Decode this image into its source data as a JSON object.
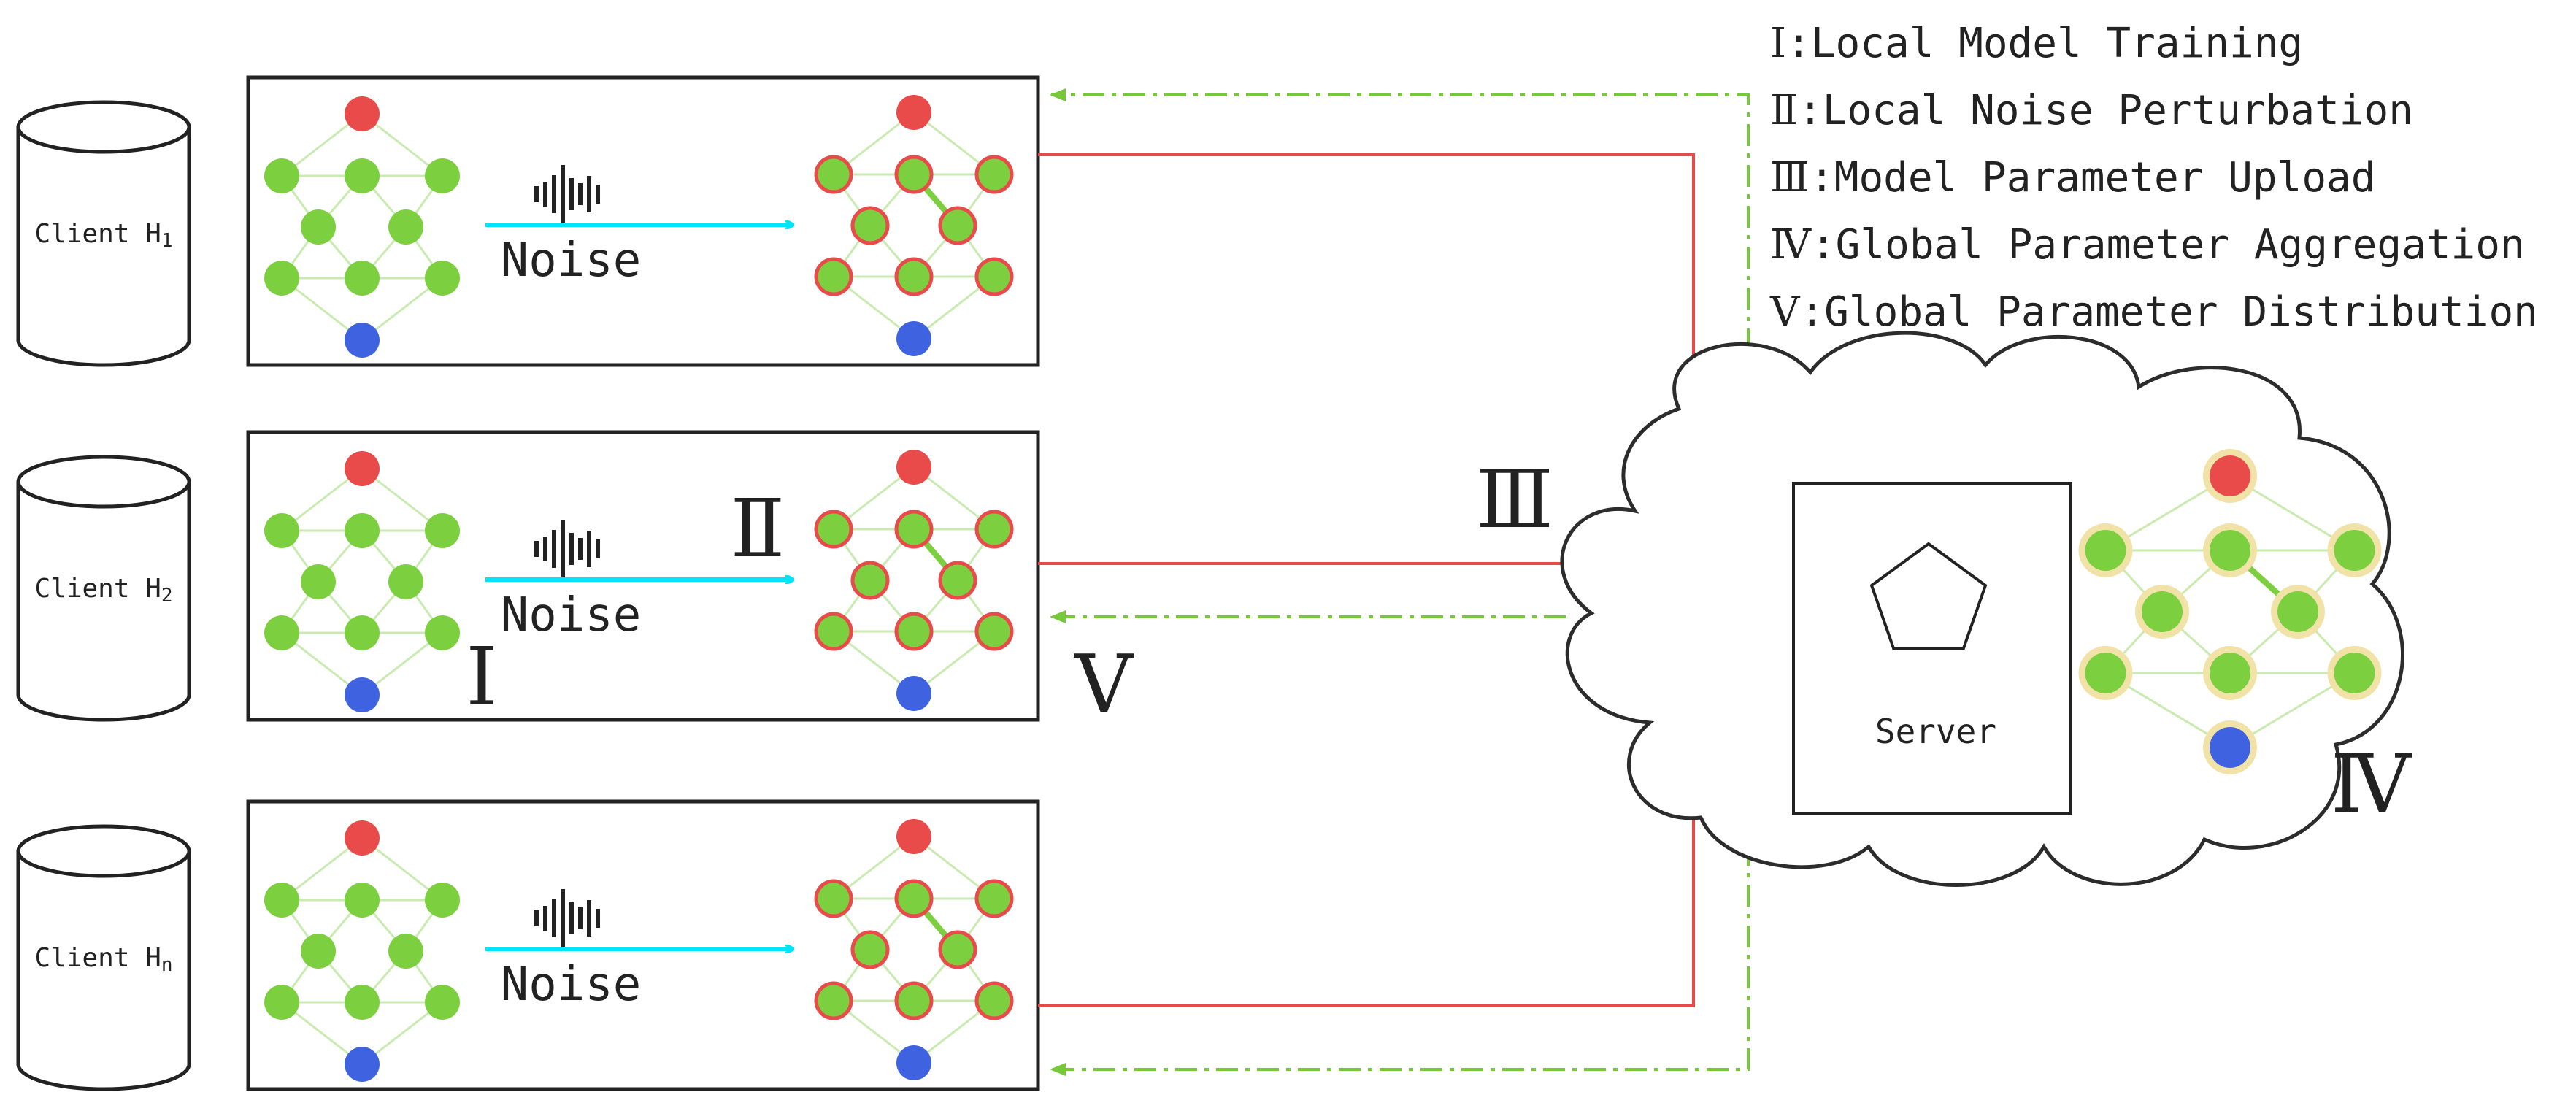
{
  "legend": [
    {
      "numeral": "Ⅰ",
      "text": ":Local Model Training"
    },
    {
      "numeral": "Ⅱ",
      "text": ":Local Noise Perturbation"
    },
    {
      "numeral": "Ⅲ",
      "text": ":Model Parameter Upload"
    },
    {
      "numeral": "Ⅳ",
      "text": ":Global Parameter Aggregation"
    },
    {
      "numeral": "Ⅴ",
      "text": ":Global Parameter Distribution"
    }
  ],
  "clients": [
    {
      "name": "Client H",
      "sub": "1",
      "noise_label": "Noise"
    },
    {
      "name": "Client H",
      "sub": "2",
      "noise_label": "Noise"
    },
    {
      "name": "Client H",
      "sub": "n",
      "noise_label": "Noise"
    }
  ],
  "step_labels": {
    "one": "Ⅰ",
    "two": "Ⅱ",
    "three": "Ⅲ",
    "four": "Ⅳ",
    "five": "Ⅴ"
  },
  "server": {
    "label": "Server"
  },
  "colors": {
    "node_green": "#7ccf3e",
    "node_red": "#e94b4b",
    "node_blue": "#3f63e0",
    "noise_arrow": "#00e5ff",
    "upload_arrow": "#e84a4a",
    "distribution_arrow": "#77c83a",
    "node_halo": "#f1e3a8"
  }
}
